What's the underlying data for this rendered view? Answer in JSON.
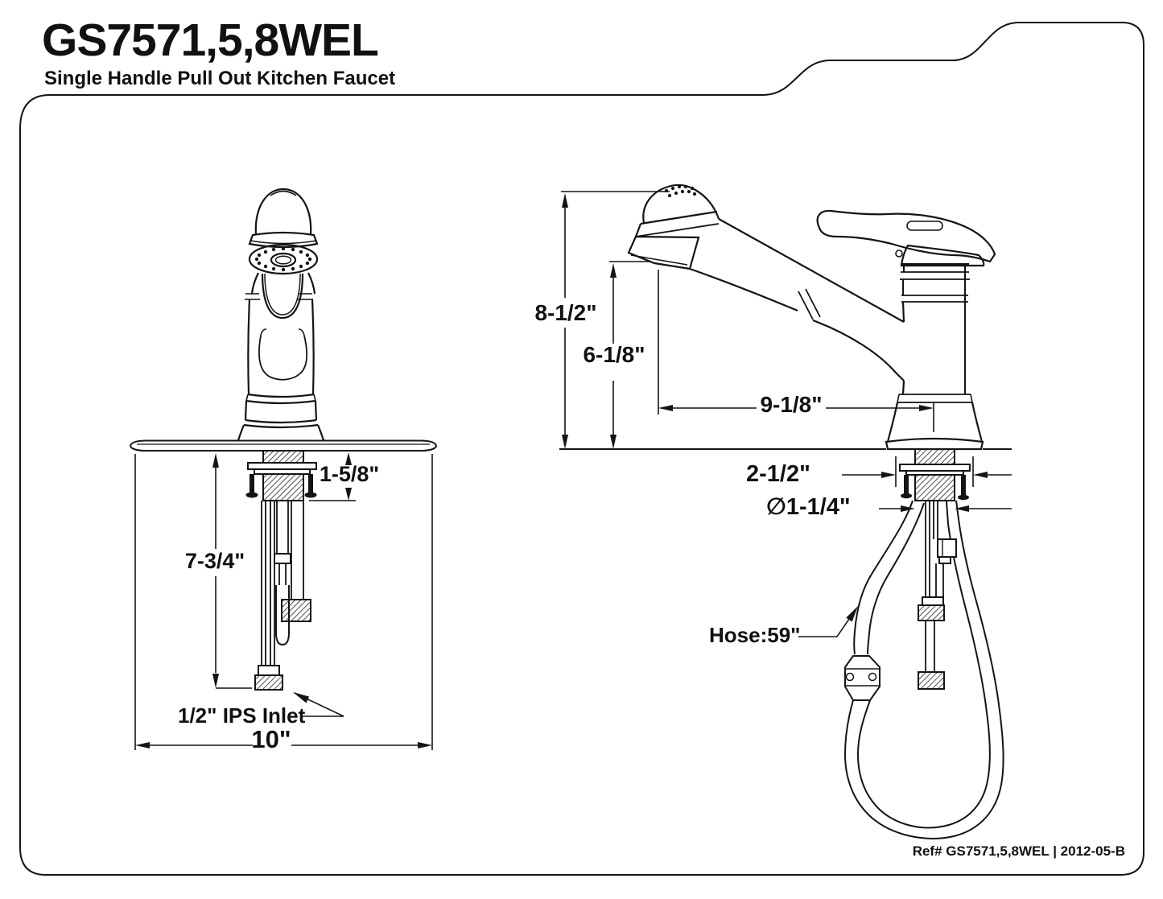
{
  "header": {
    "model": "GS7571,5,8WEL",
    "subtitle": "Single Handle Pull Out Kitchen Faucet"
  },
  "footer": {
    "ref": "Ref# GS7571,5,8WEL | 2012-05-B"
  },
  "front_view": {
    "dim_shank_length": "1-5/8\"",
    "dim_under_counter_height": "7-3/4\"",
    "dim_base_width": "10\"",
    "inlet_label": "1/2\" IPS Inlet"
  },
  "side_view": {
    "dim_overall_height": "8-1/2\"",
    "dim_spout_height": "6-1/8\"",
    "dim_spout_reach": "9-1/8\"",
    "dim_escutcheon_width": "2-1/2\"",
    "dim_hole_diameter": "∅1-1/4\"",
    "hose_label": "Hose:59\""
  },
  "colors": {
    "ink": "#141414",
    "paper": "#ffffff"
  }
}
